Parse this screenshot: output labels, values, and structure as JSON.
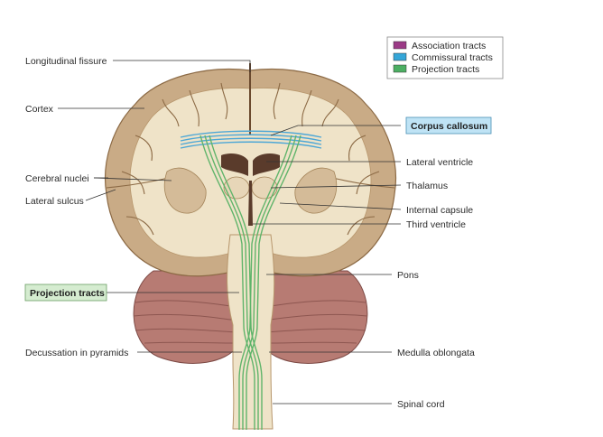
{
  "legend": {
    "items": [
      {
        "label": "Association tracts",
        "color": "#9b3a86"
      },
      {
        "label": "Commissural tracts",
        "color": "#35a6d8"
      },
      {
        "label": "Projection tracts",
        "color": "#4caf63"
      }
    ]
  },
  "labels_left": {
    "longitudinal_fissure": "Longitudinal fissure",
    "cortex": "Cortex",
    "cerebral_nuclei": "Cerebral nuclei",
    "lateral_sulcus": "Lateral sulcus",
    "projection_tracts": "Projection tracts",
    "decussation": "Decussation in pyramids"
  },
  "labels_right": {
    "corpus_callosum": "Corpus callosum",
    "lateral_ventricle": "Lateral ventricle",
    "thalamus": "Thalamus",
    "internal_capsule": "Internal capsule",
    "third_ventricle": "Third ventricle",
    "pons": "Pons",
    "medulla": "Medulla oblongata",
    "spinal_cord": "Spinal cord"
  },
  "colors": {
    "gray_matter": "#c9ab86",
    "white_matter": "#efe3c8",
    "cerebellum": "#b77b73",
    "ventricle": "#5a3b2b",
    "highlight_blue": "#bfe3f5",
    "highlight_green": "#d5ecd0"
  }
}
